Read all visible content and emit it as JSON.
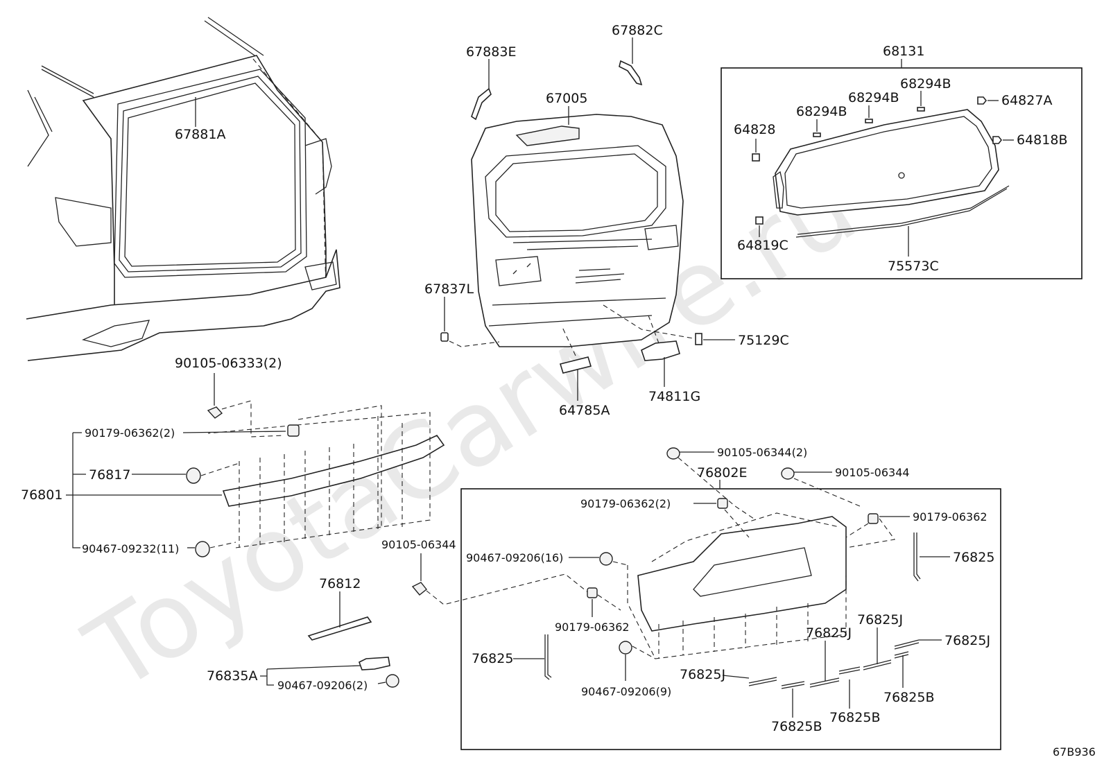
{
  "watermark": "ToyotaCarwire.ru",
  "diagram_code": "67B936",
  "labels": {
    "p67881A": "67881A",
    "p67883E": "67883E",
    "p67882C": "67882C",
    "p67005": "67005",
    "p68131": "68131",
    "p68294B_1": "68294B",
    "p68294B_2": "68294B",
    "p68294B_3": "68294B",
    "p64827A": "64827A",
    "p64828": "64828",
    "p64818B": "64818B",
    "p64819C": "64819C",
    "p75573C": "75573C",
    "p67837L": "67837L",
    "p75129C": "75129C",
    "p64785A": "64785A",
    "p74811G": "74811G",
    "p90105_06333_2": "90105-06333(2)",
    "p90179_06362_2_a": "90179-06362(2)",
    "p76817": "76817",
    "p76801": "76801",
    "p90467_09232_11": "90467-09232(11)",
    "p90105_06344_a": "90105-06344",
    "p76812": "76812",
    "p76835A": "76835A",
    "p90467_09206_2": "90467-09206(2)",
    "p90105_06344_2": "90105-06344(2)",
    "p90105_06344_b": "90105-06344",
    "p76802E": "76802E",
    "p90179_06362_2_b": "90179-06362(2)",
    "p90179_06362_a": "90179-06362",
    "p90467_09206_16": "90467-09206(16)",
    "p76825_1": "76825",
    "p90179_06362_b": "90179-06362",
    "p76825_2": "76825",
    "p76825J_1": "76825J",
    "p76825J_2": "76825J",
    "p76825J_3": "76825J",
    "p76825J_4": "76825J",
    "p90467_09206_9": "90467-09206(9)",
    "p76825B_1": "76825B",
    "p76825B_2": "76825B",
    "p76825B_3": "76825B"
  }
}
